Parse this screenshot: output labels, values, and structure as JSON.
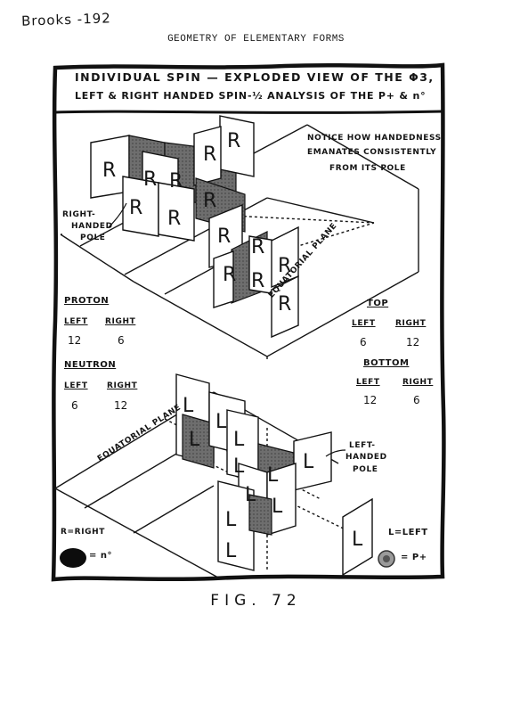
{
  "corner_note": "Brooks -192",
  "header": "GEOMETRY OF ELEMENTARY FORMS",
  "title_line1": "INDIVIDUAL SPIN — EXPLODED VIEW OF THE Φ3,",
  "title_line2": "LEFT & RIGHT HANDED SPIN-½ ANALYSIS OF THE P+ & n°",
  "notice": [
    "NOTICE HOW HANDEDNESS",
    "EMANATES CONSISTENTLY",
    "FROM ITS POLE"
  ],
  "right_pole": [
    "RIGHT-",
    "HANDED",
    "POLE"
  ],
  "left_pole": [
    "LEFT-",
    "HANDED",
    "POLE"
  ],
  "equatorial_upper": "EQUATORIAL PLANE",
  "equatorial_lower": "EQUATORIAL PLANE",
  "proton": {
    "label": "PROTON",
    "left": "LEFT",
    "right": "RIGHT",
    "left_val": "12",
    "right_val": "6"
  },
  "neutron": {
    "label": "NEUTRON",
    "left": "LEFT",
    "right": "RIGHT",
    "left_val": "6",
    "right_val": "12"
  },
  "top": {
    "label": "TOP",
    "left": "LEFT",
    "right": "RIGHT",
    "left_val": "6",
    "right_val": "12"
  },
  "bottom": {
    "label": "BOTTOM",
    "left": "LEFT",
    "right": "RIGHT",
    "left_val": "12",
    "right_val": "6"
  },
  "legend_r": "R=RIGHT",
  "legend_n": "= n°",
  "legend_l": "L=LEFT",
  "legend_p": "= P+",
  "face_r": "R",
  "face_l": "L",
  "figure_label": "FIG. 72"
}
